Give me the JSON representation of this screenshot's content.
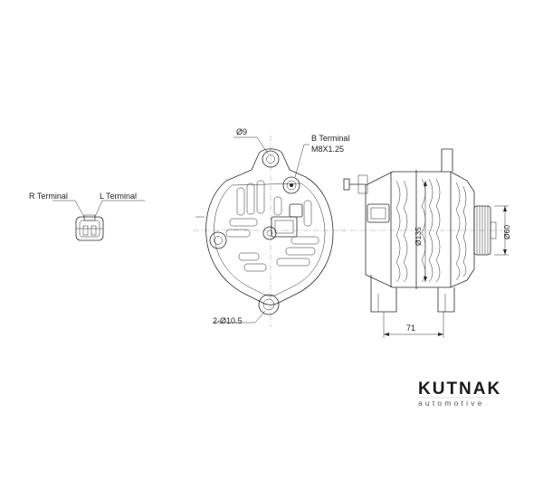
{
  "labels": {
    "r_terminal": "R Terminal",
    "l_terminal": "L Terminal",
    "hole_dia": "Ø9",
    "b_terminal": "B Terminal",
    "b_thread": "M8X1.25",
    "mount_holes": "2-Ø10.5",
    "body_dia": "Ø135",
    "pulley_dia": "Ø60",
    "mount_width": "71"
  },
  "brand": {
    "name": "KUTNAK",
    "tagline": "automotive"
  }
}
